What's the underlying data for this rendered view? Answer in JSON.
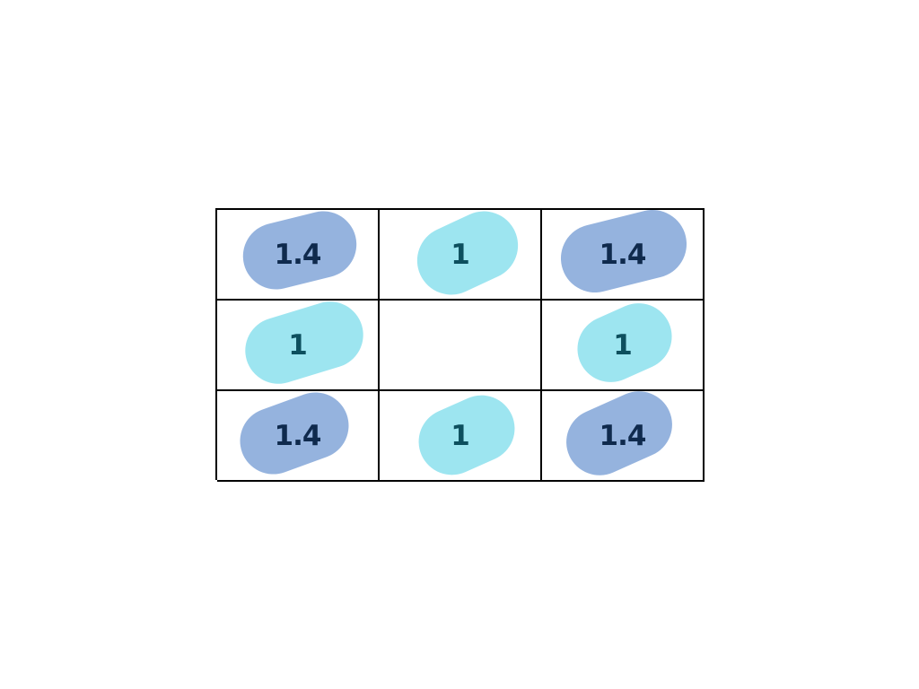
{
  "colors": {
    "large_blob": "#95b3de",
    "large_text": "#0f2a4d",
    "small_blob": "#9de5f0",
    "small_text": "#0d4f5e",
    "grid_line": "#000000"
  },
  "grid": {
    "rows": 3,
    "cols": 3,
    "cells": [
      {
        "value": "1.4",
        "kind": "large"
      },
      {
        "value": "1",
        "kind": "small"
      },
      {
        "value": "1.4",
        "kind": "large"
      },
      {
        "value": "1",
        "kind": "small"
      },
      {
        "value": "",
        "kind": "empty"
      },
      {
        "value": "1",
        "kind": "small"
      },
      {
        "value": "1.4",
        "kind": "large"
      },
      {
        "value": "1",
        "kind": "small"
      },
      {
        "value": "1.4",
        "kind": "large"
      }
    ]
  }
}
